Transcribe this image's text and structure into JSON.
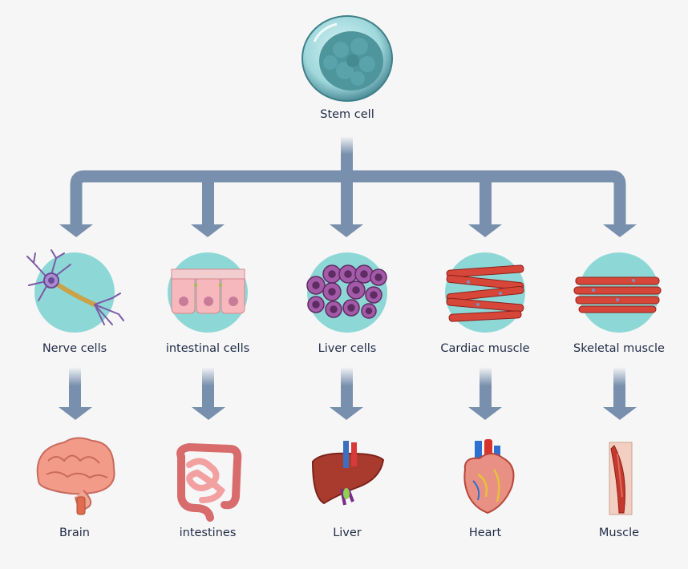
{
  "root": {
    "label": "Stem cell"
  },
  "cells": [
    {
      "label": "Nerve cells"
    },
    {
      "label": "intestinal cells"
    },
    {
      "label": "Liver cells"
    },
    {
      "label": "Cardiac muscle"
    },
    {
      "label": "Skeletal muscle"
    }
  ],
  "organs": [
    {
      "label": "Brain"
    },
    {
      "label": "intestines"
    },
    {
      "label": "Liver"
    },
    {
      "label": "Heart"
    },
    {
      "label": "Muscle"
    }
  ],
  "colors": {
    "connector": "#7890ad",
    "circle": "#8dd8d6",
    "label": "#1f2a44",
    "background": "#f6f6f7"
  }
}
